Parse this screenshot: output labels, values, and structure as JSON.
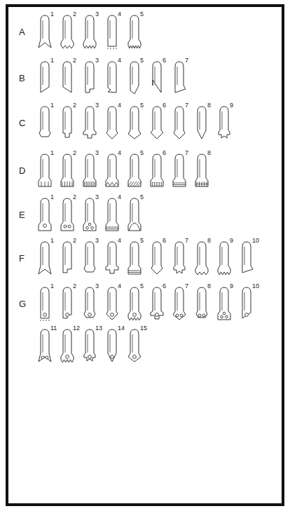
{
  "diagram": {
    "labels": [
      "A",
      "1",
      "2",
      "3",
      "4",
      "5",
      "B",
      "1",
      "2",
      "3",
      "4",
      "5",
      "6",
      "7",
      "C",
      "1",
      "2",
      "3",
      "4",
      "5",
      "6",
      "7",
      "8",
      "9",
      "D",
      "1",
      "2",
      "3",
      "4",
      "5",
      "6",
      "7",
      "8",
      "E",
      "1",
      "2",
      "3",
      "4",
      "5",
      "F",
      "1",
      "2",
      "3",
      "4",
      "5",
      "6",
      "7",
      "8",
      "9",
      "10",
      "G",
      "1",
      "2",
      "3",
      "4",
      "5",
      "6",
      "7",
      "8",
      "9",
      "10",
      "11",
      "12",
      "13",
      "14",
      "15"
    ]
  }
}
